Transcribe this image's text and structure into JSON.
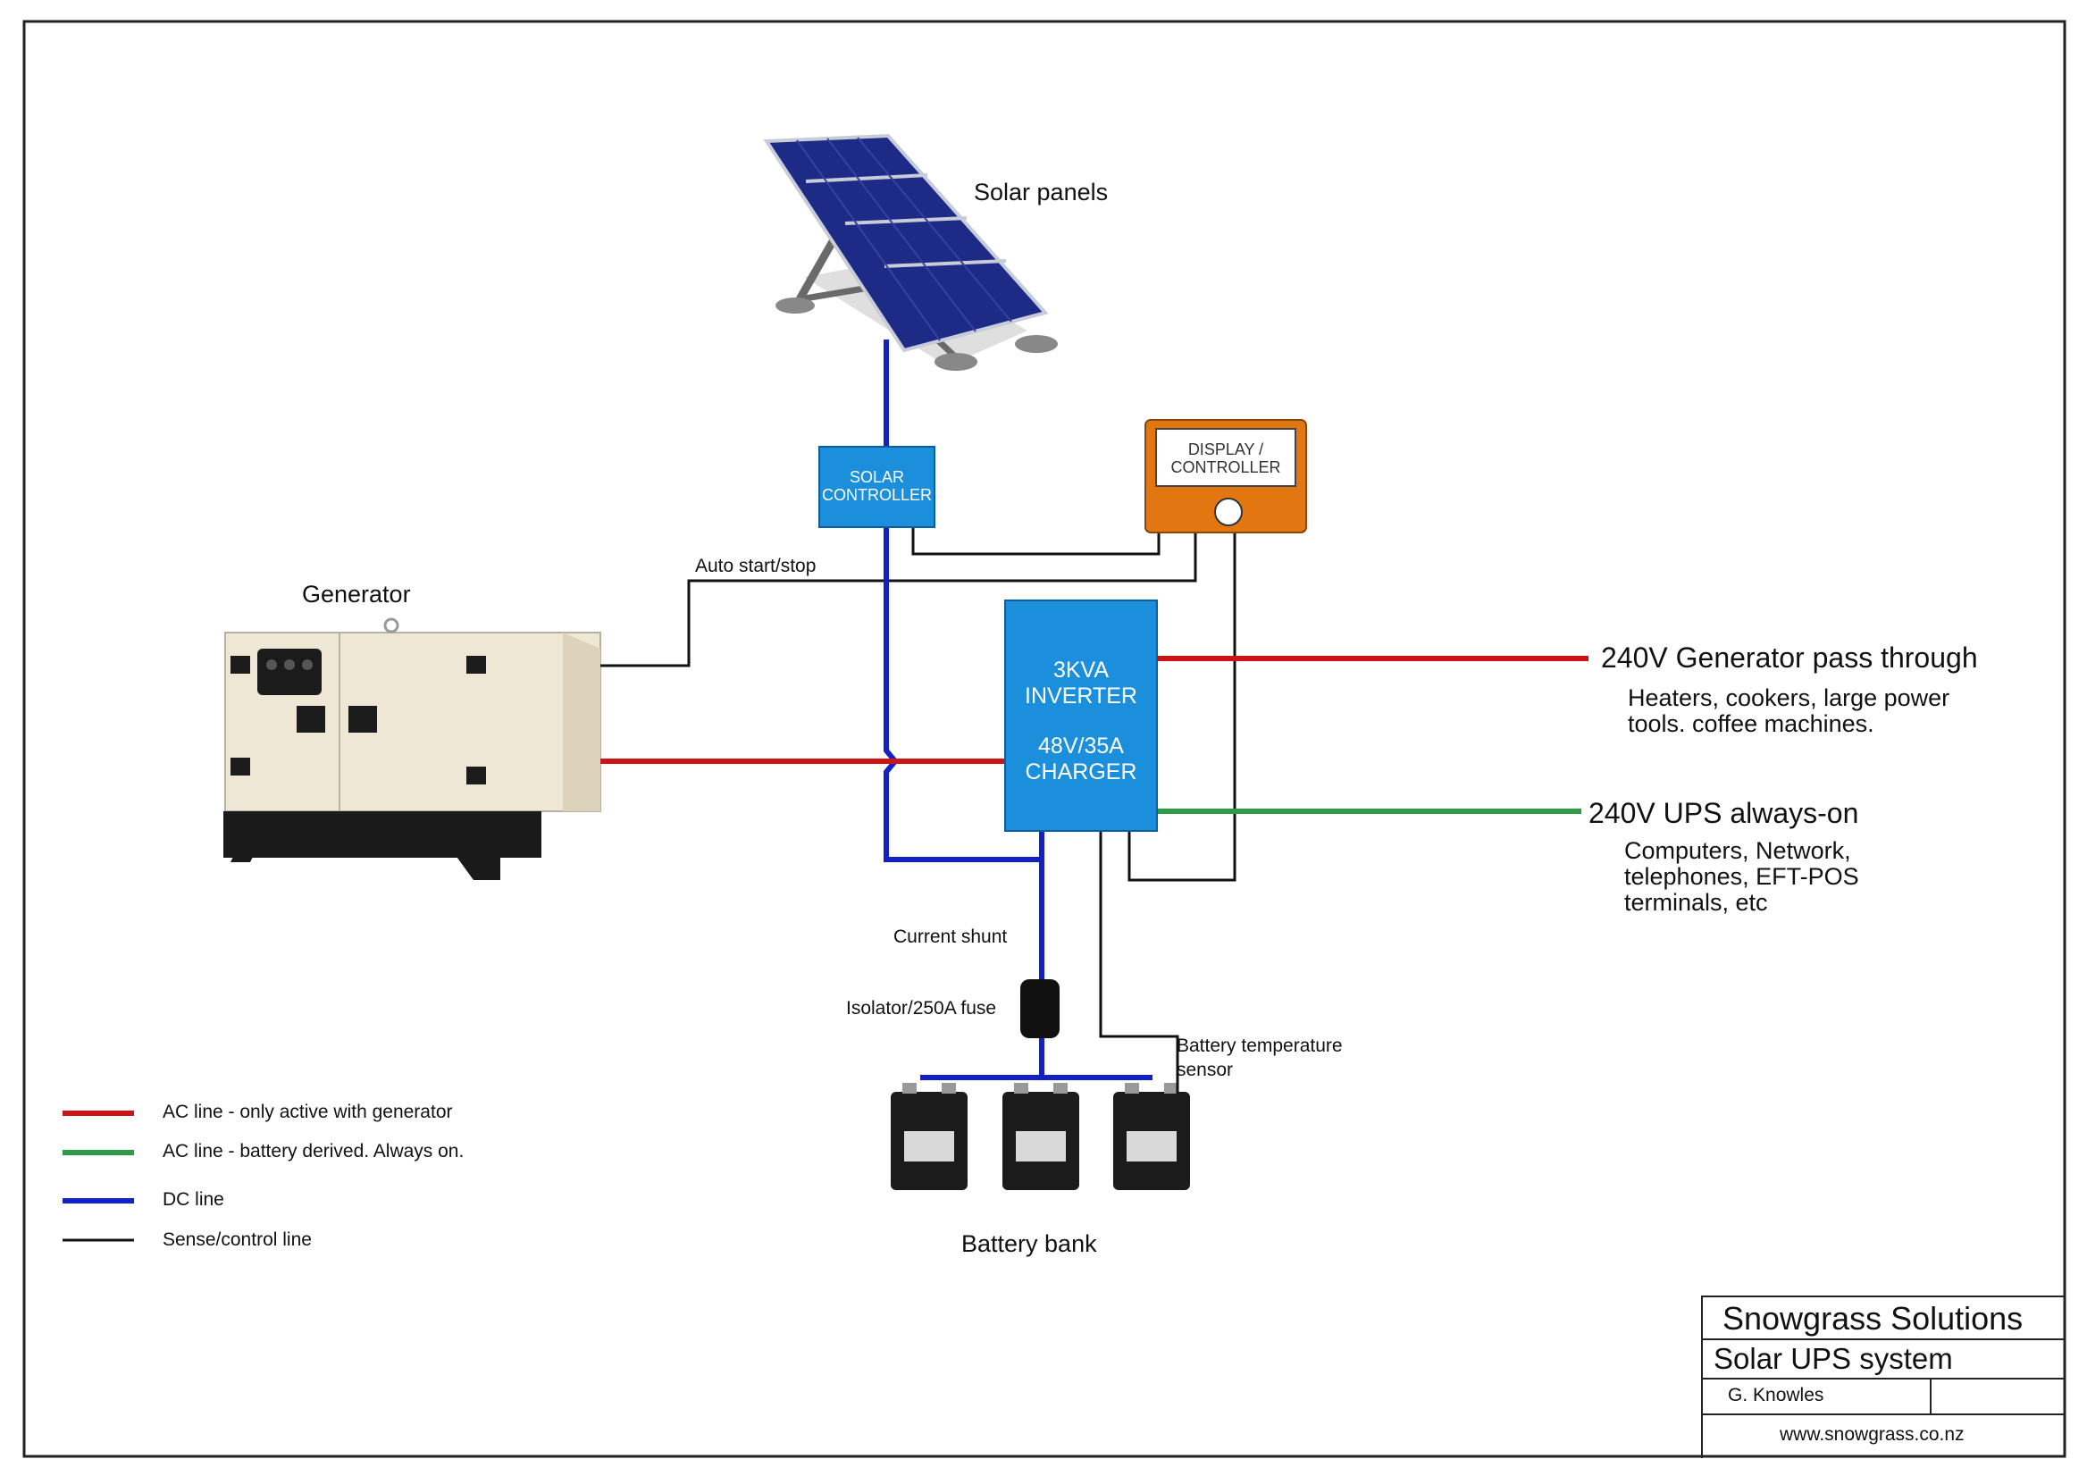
{
  "labels": {
    "solar_panels": "Solar panels",
    "generator": "Generator",
    "auto_start": "Auto start/stop",
    "current_shunt": "Current shunt",
    "isolator": "Isolator/250A fuse",
    "battery_temp_line1": "Battery temperature",
    "battery_temp_line2": "sensor",
    "battery_bank": "Battery bank"
  },
  "solar_controller": {
    "line1": "SOLAR",
    "line2": "CONTROLLER"
  },
  "display_controller": {
    "line1": "DISPLAY /",
    "line2": "CONTROLLER"
  },
  "inverter": {
    "line1": "3KVA",
    "line2": "INVERTER",
    "line3": "48V/35A",
    "line4": "CHARGER"
  },
  "outputs": {
    "gen_pass": {
      "title": "240V Generator pass through",
      "desc_line1": "Heaters, cookers, large power",
      "desc_line2": "tools. coffee machines."
    },
    "ups": {
      "title": "240V UPS always-on",
      "desc_line1": "Computers, Network,",
      "desc_line2": "telephones, EFT-POS",
      "desc_line3": "terminals, etc"
    }
  },
  "legend": [
    {
      "label": "AC line - only active with generator",
      "color": "#cc1417"
    },
    {
      "label": "AC line - battery derived. Always on.",
      "color": "#2e9b47"
    },
    {
      "label": "DC line",
      "color": "#1221c4"
    },
    {
      "label": "Sense/control line",
      "color": "#111111"
    }
  ],
  "title_block": {
    "company": "Snowgrass Solutions",
    "project": "Solar UPS system",
    "author": "G. Knowles",
    "website": "www.snowgrass.co.nz"
  },
  "colors": {
    "ac_generator": "#cc1417",
    "ac_battery": "#2e9b47",
    "dc": "#1221c4",
    "sense": "#111111",
    "device_blue": "#1c8fdc",
    "display_orange": "#e27712"
  }
}
